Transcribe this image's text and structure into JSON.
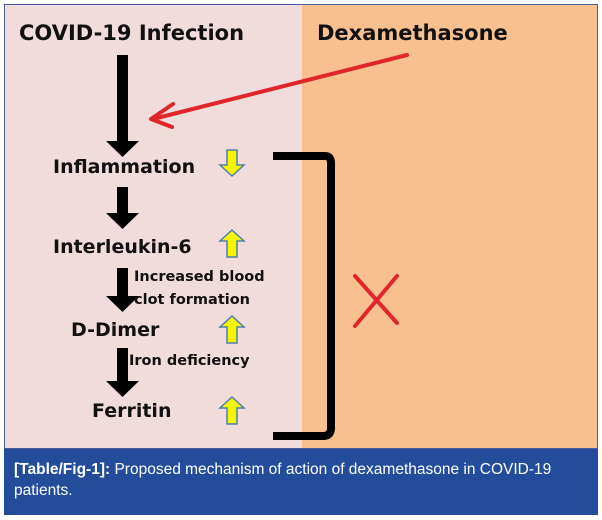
{
  "diagram": {
    "top_left_label": "COVID-19 Infection",
    "top_right_label": "Dexamethasone",
    "nodes": [
      {
        "label": "Inflammation",
        "trend": "decrease",
        "trend_icon": "down-arrow-icon"
      },
      {
        "label": "Interleukin-6",
        "trend": "increase",
        "trend_icon": "up-arrow-icon"
      },
      {
        "label": "D-Dimer",
        "trend": "increase",
        "trend_icon": "up-arrow-icon"
      },
      {
        "label": "Ferritin",
        "trend": "increase",
        "trend_icon": "up-arrow-icon"
      }
    ],
    "edge_labels": [
      {
        "from": "Interleukin-6",
        "to": "D-Dimer",
        "text_line1": "Increased blood",
        "text_line2": "clot formation"
      },
      {
        "from": "D-Dimer",
        "to": "Ferritin",
        "text": "Iron deficiency"
      }
    ],
    "inhibition_mark": "X",
    "colors": {
      "left_panel": "#f1dcdc",
      "right_panel": "#f8c08e",
      "inhibitor_arrow": "#e0262b",
      "trend_arrow_fill": "#f5f500",
      "trend_arrow_stroke": "#4f7fae",
      "caption_bg": "#234d9b"
    }
  },
  "caption": {
    "prefix": "[Table/Fig-1]:",
    "text": " Proposed mechanism of action of dexamethasone in COVID-19 patients."
  }
}
